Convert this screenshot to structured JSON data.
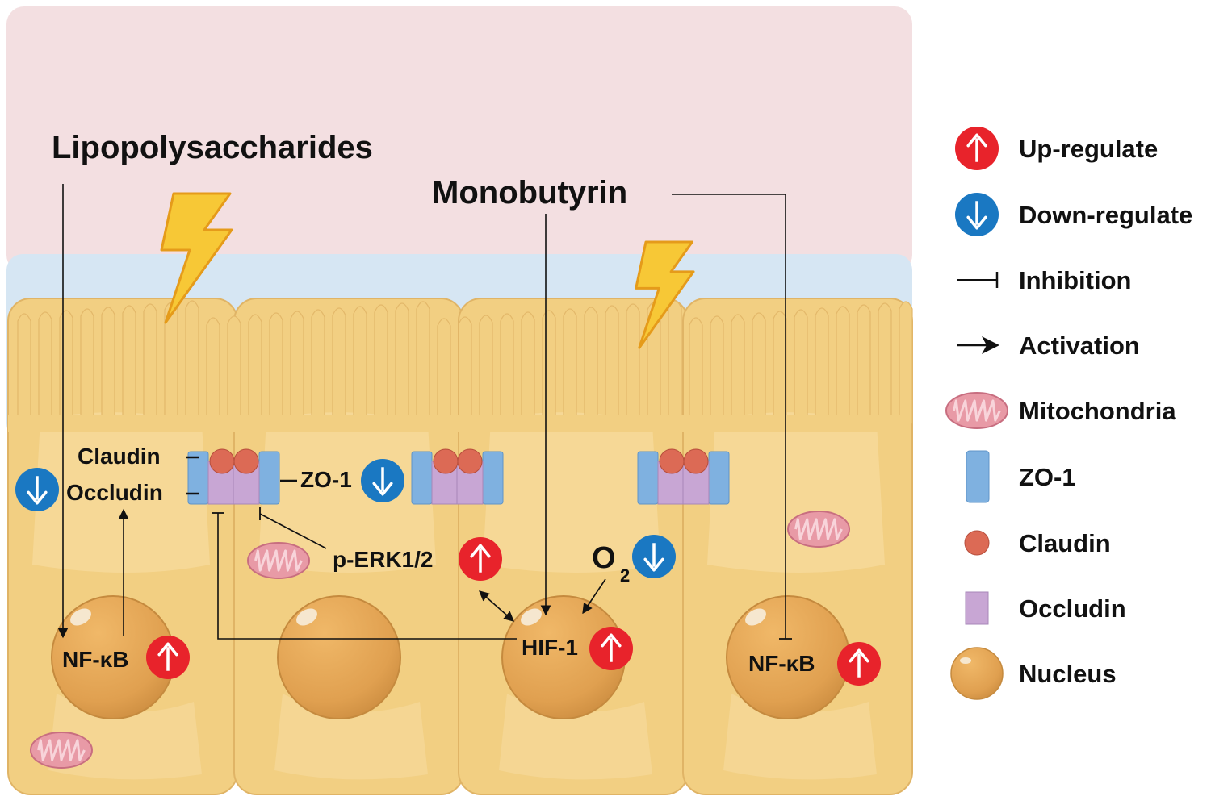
{
  "diagram": {
    "labels": {
      "lipopolysaccharides": "Lipopolysaccharides",
      "monobutyrin": "Monobutyrin",
      "claudin": "Claudin",
      "occludin": "Occludin",
      "zo1": "ZO-1",
      "perk": "p-ERK1/2",
      "o2": "O",
      "o2_sub": "2",
      "hif1": "HIF-1",
      "nfkb_left": "NF-κB",
      "nfkb_right": "NF-κB"
    }
  },
  "legend": {
    "items": [
      {
        "icon": "up-arrow-circle-icon",
        "label": "Up-regulate"
      },
      {
        "icon": "down-arrow-circle-icon",
        "label": "Down-regulate"
      },
      {
        "icon": "inhibition-icon",
        "label": "Inhibition"
      },
      {
        "icon": "activation-arrow-icon",
        "label": "Activation"
      },
      {
        "icon": "mitochondria-icon",
        "label": "Mitochondria"
      },
      {
        "icon": "zo1-icon",
        "label": "ZO-1"
      },
      {
        "icon": "claudin-icon",
        "label": "Claudin"
      },
      {
        "icon": "occludin-icon",
        "label": "Occludin"
      },
      {
        "icon": "nucleus-icon",
        "label": "Nucleus"
      }
    ]
  },
  "colors": {
    "lumen": "#f3dfe1",
    "mucus": "#d6e6f3",
    "cell": "#f2cf82",
    "cell_light": "#f8dea4",
    "nucleus": "#e3a354",
    "up": "#e8232b",
    "down": "#1a78c2",
    "zo1": "#7fb1e0",
    "claudin": "#dc6a55",
    "occludin": "#c8a6d4",
    "mito": "#e89aa6",
    "bolt": "#f7c836"
  }
}
